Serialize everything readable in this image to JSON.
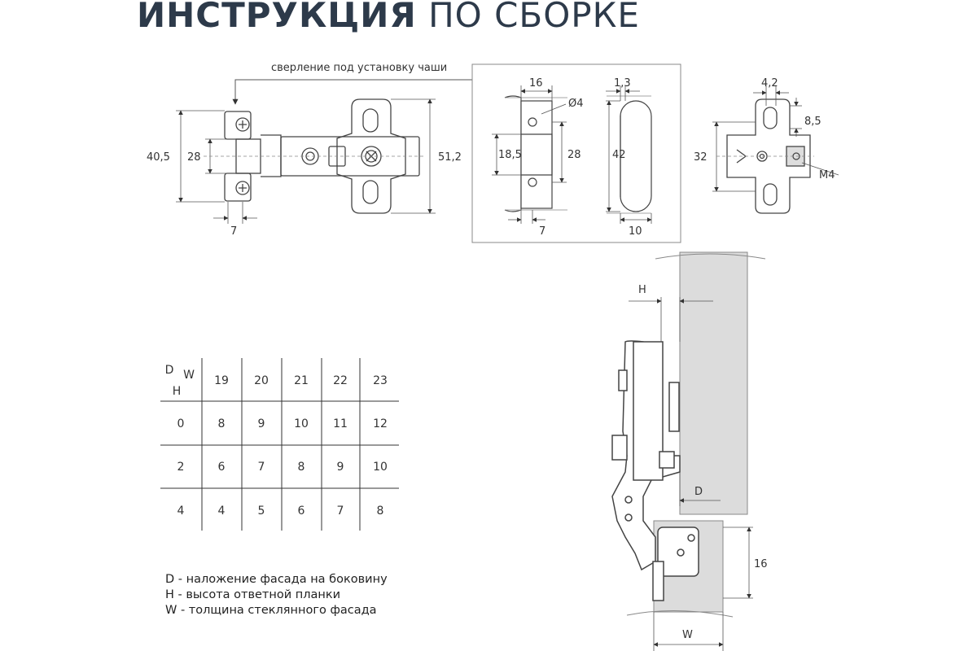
{
  "title": {
    "bold": "ИНСТРУКЦИЯ",
    "light": "ПО СБОРКЕ"
  },
  "top_note": "сверление под установку чаши",
  "dims_hinge": {
    "h_outer": "40,5",
    "h_inner": "28",
    "w_bottom": "7",
    "h_right": "51,2"
  },
  "dims_drill": {
    "w_top": "16",
    "dia": "Ø4",
    "h_mid": "18,5",
    "h_right": "28",
    "w_bottom": "7"
  },
  "dims_slot": {
    "w_top": "1,3",
    "h": "42",
    "w_bottom": "10"
  },
  "dims_plate": {
    "w_top": "4,2",
    "h_small": "8,5",
    "h": "32",
    "thread": "M4"
  },
  "dims_side": {
    "h": "H",
    "d": "D",
    "h16": "16",
    "w": "W"
  },
  "table": {
    "corner": {
      "d": "D",
      "w": "W",
      "h": "H"
    },
    "columns": [
      "19",
      "20",
      "21",
      "22",
      "23"
    ],
    "rows": [
      {
        "h": "0",
        "values": [
          "8",
          "9",
          "10",
          "11",
          "12"
        ]
      },
      {
        "h": "2",
        "values": [
          "6",
          "7",
          "8",
          "9",
          "10"
        ]
      },
      {
        "h": "4",
        "values": [
          "4",
          "5",
          "6",
          "7",
          "8"
        ]
      }
    ]
  },
  "legend": [
    "D - наложение фасада на боковину",
    "H - высота ответной планки",
    "W - толщина стеклянного фасада"
  ]
}
